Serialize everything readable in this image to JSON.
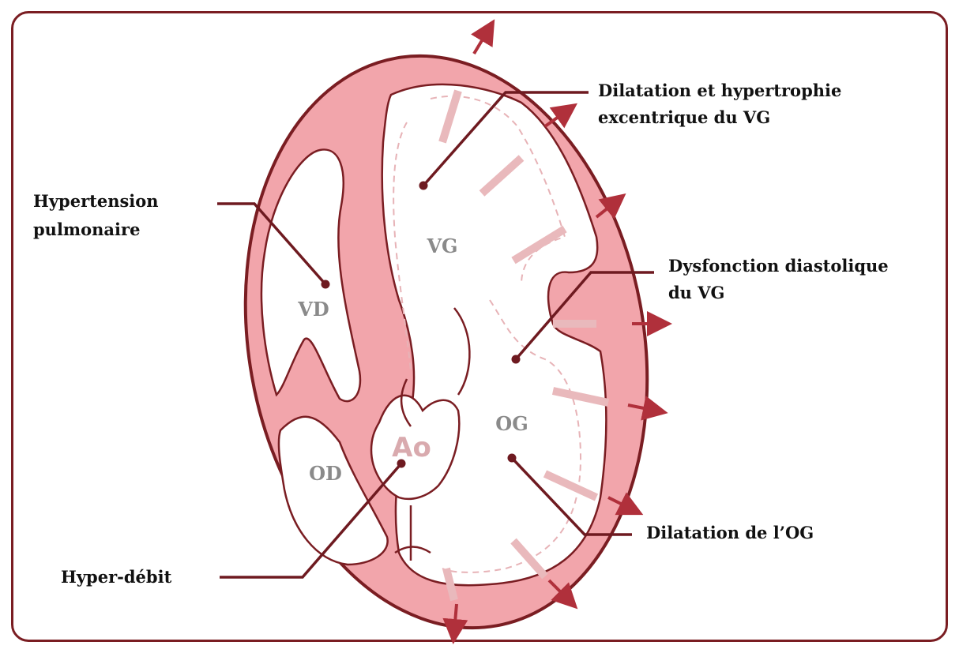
{
  "labels": {
    "lv_dilation": [
      "Dilatation et hypertrophie",
      "excentrique du VG"
    ],
    "pulmonary_hypertension": [
      "Hypertension",
      "pulmonaire"
    ],
    "diastolic_dysfunction": [
      "Dysfonction diastolique",
      "du VG"
    ],
    "la_dilation": [
      "Dilatation de l’OG"
    ],
    "high_output": [
      "Hyper-débit"
    ]
  },
  "chambers": {
    "lv": "VG",
    "rv": "VD",
    "la": "OG",
    "ra": "OD",
    "aorta": "Ao"
  },
  "colors": {
    "wall_fill": "#f2a5ab",
    "wall_stroke": "#7a1d22",
    "leader": "#6e1a20",
    "arrow": "#b0303b",
    "chamber_text": "#8a8a8a",
    "aorta_text": "#d9aaae"
  }
}
